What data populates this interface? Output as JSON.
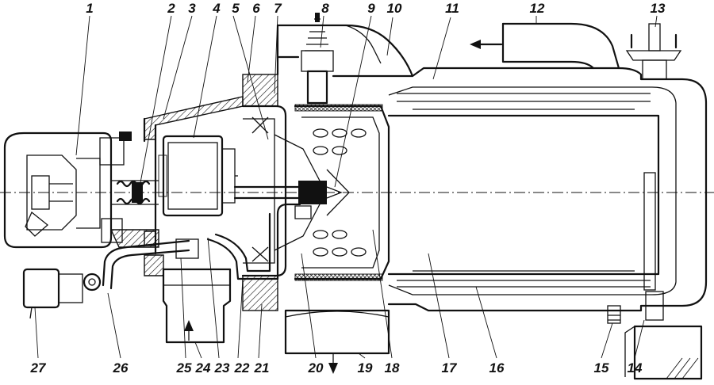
{
  "labels_top": [
    "1",
    "2",
    "3",
    "4",
    "5",
    "6",
    "7",
    "8",
    "9",
    "10",
    "11",
    "12",
    "13"
  ],
  "labels_bottom": [
    "27",
    "26",
    "25",
    "24",
    "23",
    "22",
    "21",
    "20",
    "19",
    "18",
    "17",
    "16",
    "15",
    "14"
  ]
}
